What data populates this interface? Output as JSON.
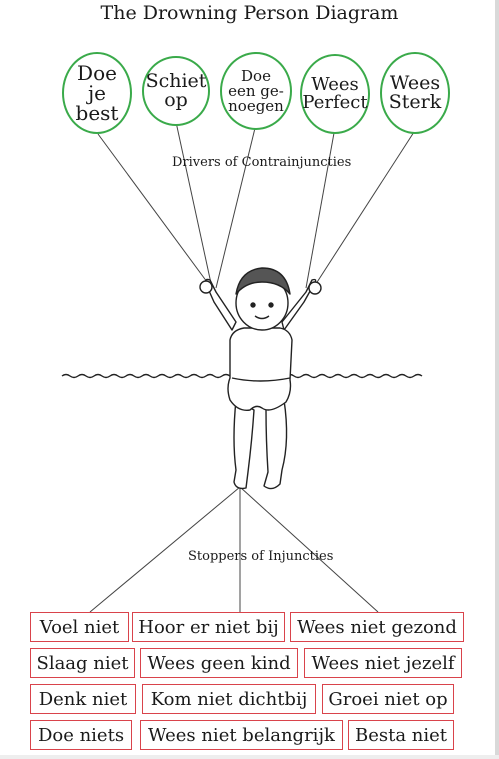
{
  "title": "The Drowning Person Diagram",
  "drivers_caption": "Drivers of Contrainjuncties",
  "stoppers_caption": "Stoppers of Injuncties",
  "colors": {
    "balloon_outline": "#3aaa4a",
    "stopper_outline": "#d9434b",
    "ink": "#1a1a1a"
  },
  "drivers": [
    {
      "label": "Doe\nje\nbest"
    },
    {
      "label": "Schiet\nop"
    },
    {
      "label": "Doe\neen ge-\nnoegen"
    },
    {
      "label": "Wees\nPerfect"
    },
    {
      "label": "Wees\nSterk"
    }
  ],
  "stoppers": [
    [
      "Voel niet",
      "Hoor er niet bij",
      "Wees niet gezond"
    ],
    [
      "Slaag niet",
      "Wees geen kind",
      "Wees niet jezelf"
    ],
    [
      "Denk niet",
      "Kom niet dichtbij",
      "Groei niet op"
    ],
    [
      "Doe niets",
      "Wees niet belangrijk",
      "Besta niet"
    ]
  ]
}
